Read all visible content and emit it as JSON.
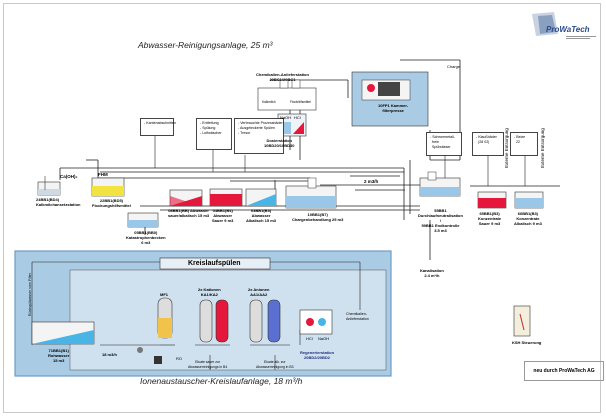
{
  "titles": {
    "main": "Abwasser-Reinigungsanlage, 25 m³",
    "bottom": "Ionenaustauscher-Kreislaufanlage, 18 m³/h",
    "kreislauf": "Kreislaufspülen"
  },
  "logo": {
    "brand": "ProWaTech"
  },
  "labels": {
    "kalkmilch": "24BB1(BD4)\nKalkmilchansetzstation",
    "ca_oh": "Ca(OH)₂",
    "fhm": "FHM",
    "flockung": "22BB1(BD5)\nFlockungshilfsmittel",
    "katastrophen": "05BB1(BB0)\nKatastrophenbecken\n6 m3",
    "abwasser_sauer_alk": "08BB1(BB) Abwasser\nsauer/alkalisch 15 m3",
    "abwasser_sauer": "04BB1(B4)\nAbwasser\nSauer 9 m3",
    "abwasser_alk": "03BB1(B3)\nAbwasser\nAlkalisch 15 m3",
    "charge": "10BB1(B7)\nChargenbehandlung 25 m3",
    "durchlauf": "55BB1\nDurchlaufneutralisation\n/\n59BB1 Endkontrolle\n3.5 m3",
    "konz_sauer": "65BB1(B3)\nKonzentrate\nSauer 9 m3",
    "konz_alk": "66BB1(B3)\nKonzentrate\nAlkalisch 9 m3",
    "kanalisation": "Kanalisation\n2.4 m³/h",
    "dosier": "Dosierstation\n10BD20/10BD30",
    "chemikalien": "Chemikalien-Anlieferstation\n20BC1/20BC1",
    "kammer": "10FP1 Kammer-\nfilterpresse",
    "charge_arrow": "Charge",
    "flow_2m3": "2 m3/h",
    "rohwasser": "71BB1(B1)\nRohwasser\n15 m3",
    "flow_18": "18 m3/h",
    "mf1": "MF1",
    "kationen": "2x Kationen\nKA1/KA2",
    "anionen": "2x Anionen\nAA1/AA2",
    "regen": "Regenerierstation\n20BD2/20BD2",
    "hcl": "HCl",
    "naoh": "NaOH",
    "chemikalien_anl": "Chemikalien-\nAnlieferstation",
    "eluat_sauer": "Eluate sauer zur\nAbwasserreinigungs in B4",
    "eluat_alk": "Eluate alk. zur\nAbwasserreinigung in B3",
    "ro": "RO",
    "ksh": "KSH Steuerung",
    "rueckspuelwasser": "Rückspülwasser vom Filter",
    "externe_1": "Externe Entsorgung",
    "externe_2": "Externe Entsorgung",
    "naoh_top": "NaOH",
    "hcl_top": "HCl",
    "kalkmilch_top": "Kalkmilch",
    "flockhilf_top": "Flockhilfsmittel"
  },
  "notes": {
    "n1": "- Kantenabschnitten",
    "n2": "- Entfettung\n- Spülung\n- Luftwäscher",
    "n3": "- Verbrauchte Prozessbäder\n- Ausgeleckerte Spülen\n- Tresor",
    "n4": "- Schwermetall-\n  freie\n  Spülwässer",
    "n5": "- Klaußbäder\n  (28 02)",
    "n6": "- Beize\n  22"
  },
  "footer": {
    "news": "neu durch ProWaTech AG"
  },
  "colors": {
    "acid": "#e5173a",
    "alk": "#49b4e6",
    "water": "#9ac6e8",
    "yellow": "#f2e340",
    "kreislauf_bg": "#a9cbe4",
    "kreislauf_header": "#6f9cc6",
    "pipe": "#222222"
  }
}
